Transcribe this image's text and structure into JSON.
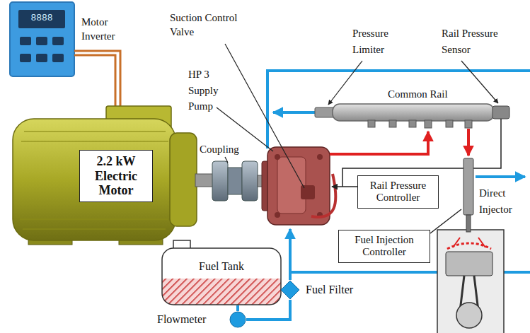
{
  "diagram": {
    "nodes": [
      {
        "text": [
          "2.2 kW Electric Motor"
        ]
      },
      {
        "text": [
          "Rail Pressure Controller"
        ]
      },
      {
        "text": [
          "Fuel Injection Controller"
        ]
      },
      {
        "text": [
          "Fuel Tank"
        ]
      },
      {
        "text": [
          "Flowmeter"
        ]
      },
      {
        "text": [
          "Fuel Filter"
        ]
      }
    ],
    "edges": [
      {
        "from": 3,
        "to": 4,
        "arrow": "none"
      },
      {
        "from": 4,
        "to": 5,
        "arrow": "none"
      }
    ],
    "labels": [
      "Motor Inverter",
      "8888",
      "Suction Control Valve",
      "HP 3 Supply Pump",
      "Coupling",
      "Pressure Limiter",
      "Rail Pressure Sensor",
      "Common Rail",
      "Direct Injector"
    ]
  }
}
